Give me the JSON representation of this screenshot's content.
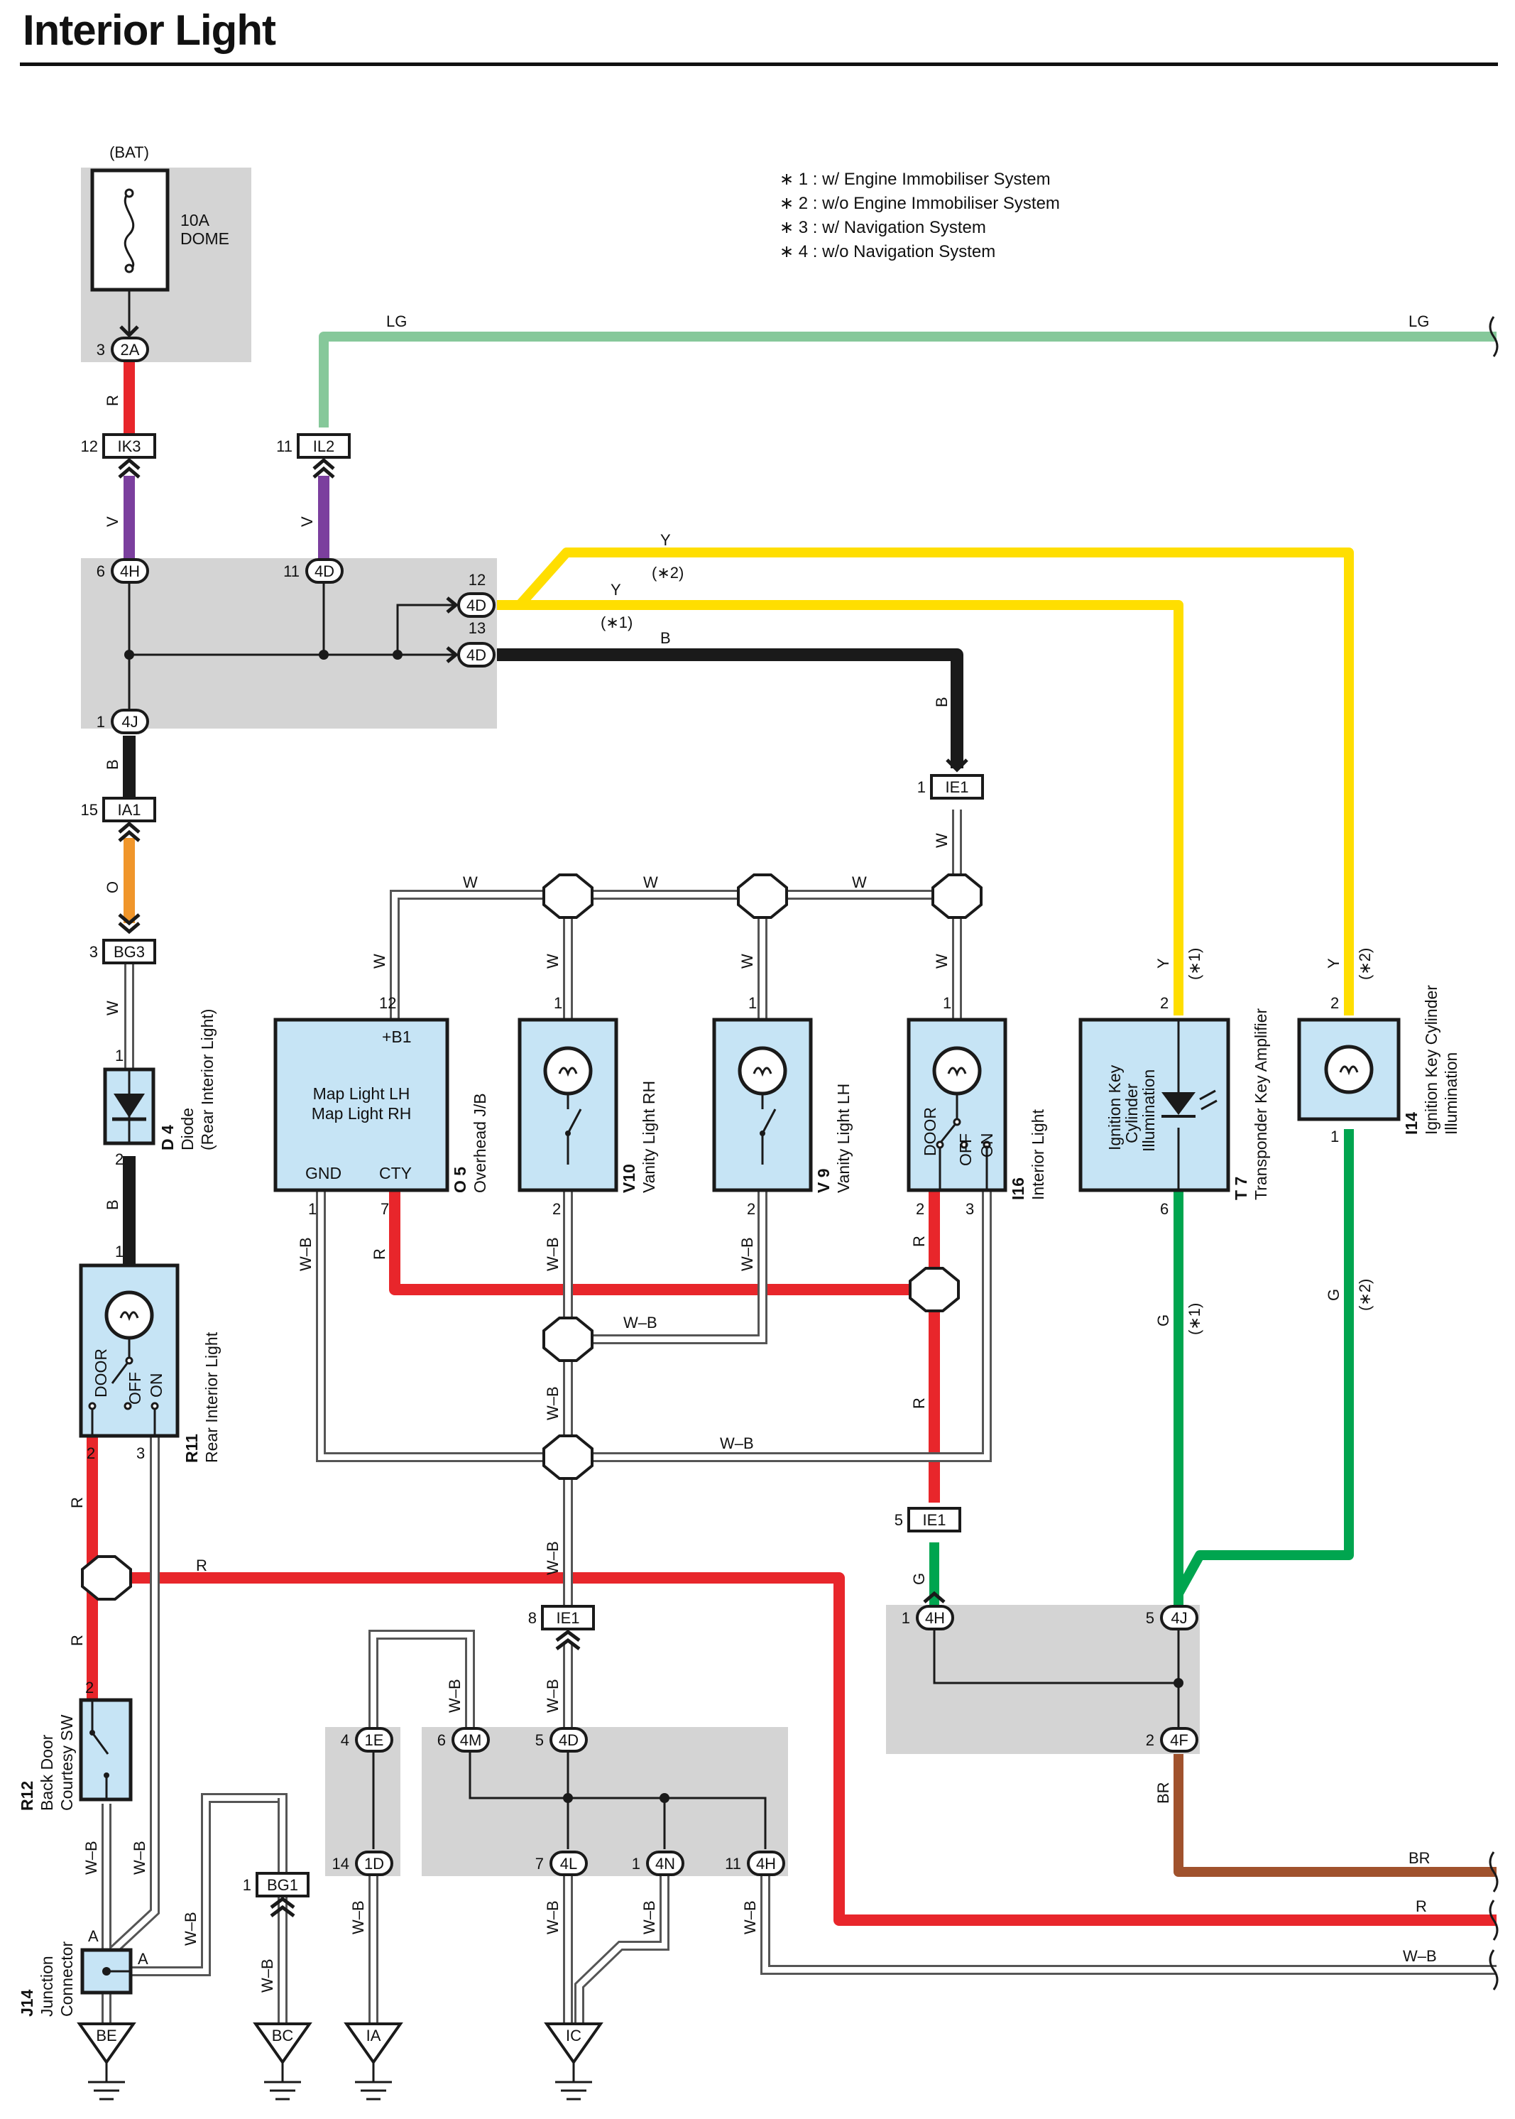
{
  "title": "Interior Light",
  "colors": {
    "red": "#e8262b",
    "violet": "#7b3f9e",
    "lightgreen": "#86c89a",
    "yellow": "#ffde00",
    "black": "#1a1a1a",
    "orange": "#f0962b",
    "green": "#00a54f",
    "brown": "#a0522d",
    "shade": "#d4d4d4",
    "component": "#c6e4f5"
  },
  "notes": [
    "∗ 1 : w/ Engine Immobiliser System",
    "∗ 2 : w/o Engine Immobiliser System",
    "∗ 3 : w/ Navigation System",
    "∗ 4 : w/o Navigation System"
  ],
  "fuse": {
    "supply": "(BAT)",
    "rating": "10A",
    "name": "DOME"
  },
  "connectors": {
    "c2A": {
      "id": "2A",
      "pin": "3"
    },
    "cIK3": {
      "id": "IK3",
      "pin": "12"
    },
    "cIL2": {
      "id": "IL2",
      "pin": "11"
    },
    "c4H_top": {
      "id": "4H",
      "pin": "6"
    },
    "c4D_top": {
      "id": "4D",
      "pin": "11"
    },
    "c4D_12": {
      "id": "4D",
      "pin": "12"
    },
    "c4D_13": {
      "id": "4D",
      "pin": "13"
    },
    "c4J_top": {
      "id": "4J",
      "pin": "1"
    },
    "cIA1": {
      "id": "IA1",
      "pin": "15"
    },
    "cBG3": {
      "id": "BG3",
      "pin": "3"
    },
    "cIE1_top": {
      "id": "IE1",
      "pin": "1"
    },
    "cIE1_mid": {
      "id": "IE1",
      "pin": "5"
    },
    "cIE1_bot": {
      "id": "IE1",
      "pin": "8"
    },
    "c4H_r": {
      "id": "4H",
      "pin": "1"
    },
    "c4J_r": {
      "id": "4J",
      "pin": "5"
    },
    "c4F": {
      "id": "4F",
      "pin": "2"
    },
    "c1E": {
      "id": "1E",
      "pin": "4"
    },
    "c4M": {
      "id": "4M",
      "pin": "6"
    },
    "c4D_b": {
      "id": "4D",
      "pin": "5"
    },
    "c1D": {
      "id": "1D",
      "pin": "14"
    },
    "c4L": {
      "id": "4L",
      "pin": "7"
    },
    "c4N": {
      "id": "4N",
      "pin": "1"
    },
    "c4H_b": {
      "id": "4H",
      "pin": "11"
    },
    "cBG1": {
      "id": "BG1",
      "pin": "1"
    }
  },
  "wires": {
    "R": "R",
    "V": "V",
    "LG": "LG",
    "Y": "Y",
    "B": "B",
    "O": "O",
    "W": "W",
    "WB": "W–B",
    "G": "G",
    "BR": "BR",
    "n1": "(∗1)",
    "n2": "(∗2)"
  },
  "components": {
    "O5": {
      "code": "O 5",
      "name": "Overhead J/B",
      "line1": "Map Light LH",
      "line2": "Map Light RH",
      "b1": "+B1",
      "gnd": "GND",
      "cty": "CTY",
      "p12": "12",
      "p1": "1",
      "p7": "7"
    },
    "V10": {
      "code": "V10",
      "name": "Vanity Light RH",
      "p1": "1",
      "p2": "2"
    },
    "V9": {
      "code": "V 9",
      "name": "Vanity Light LH",
      "p1": "1",
      "p2": "2"
    },
    "I16": {
      "code": "I16",
      "name": "Interior Light",
      "door": "DOOR",
      "off": "OFF",
      "on": "ON",
      "p1": "1",
      "p2": "2",
      "p3": "3"
    },
    "T7": {
      "code": "T 7",
      "name": "Transponder Key Amplifier",
      "inner1": "Ignition Key",
      "inner2": "Cylinder",
      "inner3": "Illumination",
      "p2": "2",
      "p6": "6"
    },
    "I14": {
      "code": "I14",
      "name1": "Ignition Key Cylinder",
      "name2": "Illumination",
      "p2": "2",
      "p1": "1"
    },
    "D4": {
      "code": "D 4",
      "name1": "Diode",
      "name2": "(Rear Interior Light)",
      "p1": "1",
      "p2": "2"
    },
    "R11": {
      "code": "R11",
      "name": "Rear Interior Light",
      "door": "DOOR",
      "off": "OFF",
      "on": "ON",
      "p1": "1",
      "p2": "2",
      "p3": "3"
    },
    "R12": {
      "code": "R12",
      "name1": "Back Door",
      "name2": "Courtesy SW",
      "p2": "2"
    },
    "J14": {
      "code": "J14",
      "name1": "Junction",
      "name2": "Connector",
      "pA1": "A",
      "pA2": "A"
    }
  },
  "grounds": {
    "BE": "BE",
    "BC": "BC",
    "IA": "IA",
    "IC": "IC"
  }
}
